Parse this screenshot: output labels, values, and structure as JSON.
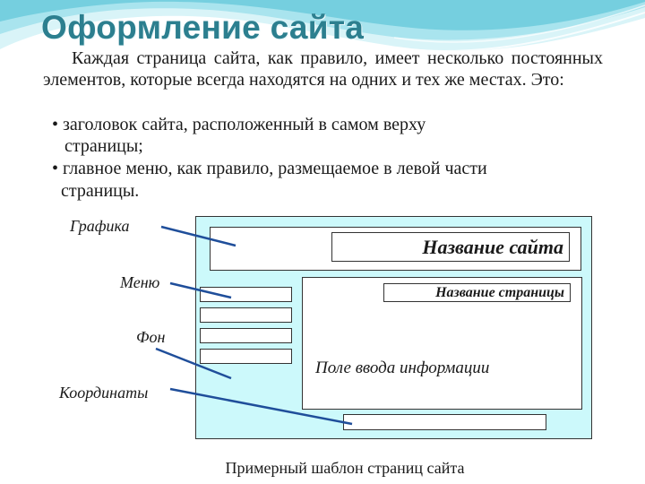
{
  "slide": {
    "title": "Оформление сайта",
    "paragraph": "Каждая страница сайта, как правило, имеет несколько постоянных элементов, которые всегда находятся на одних и тех же местах. Это:",
    "bullets": [
      {
        "line1": "• заголовок сайта, расположенный в самом верху",
        "line2": "страницы;"
      },
      {
        "line1": "• главное меню, как правило, размещаемое в левой части",
        "line2": "страницы."
      }
    ]
  },
  "diagram": {
    "labels": {
      "graphics": "Графика",
      "menu": "Меню",
      "background": "Фон",
      "coordinates": "Координаты"
    },
    "site_name": "Название сайта",
    "page_name": "Название страницы",
    "input_field": "Поле ввода информации",
    "caption": "Примерный шаблон страниц сайта"
  },
  "colors": {
    "title": "#2c7f8f",
    "template_bg": "#ccf9fb",
    "pointer_lines": "#1f4e9a",
    "wave_light": "#bdeef5",
    "wave_mid": "#7fd5e3"
  }
}
